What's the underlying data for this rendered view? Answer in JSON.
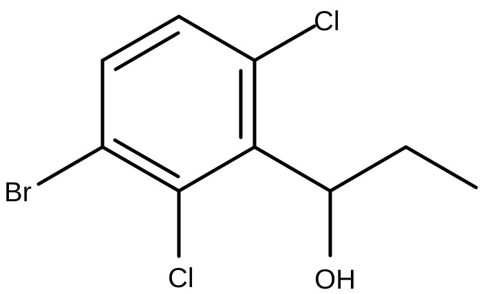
{
  "labels": {
    "cl_top": "Cl",
    "br": "Br",
    "cl_bottom": "Cl",
    "oh": "OH"
  },
  "colors": {
    "bond": "#000000",
    "text": "#000000",
    "background": "#ffffff"
  }
}
